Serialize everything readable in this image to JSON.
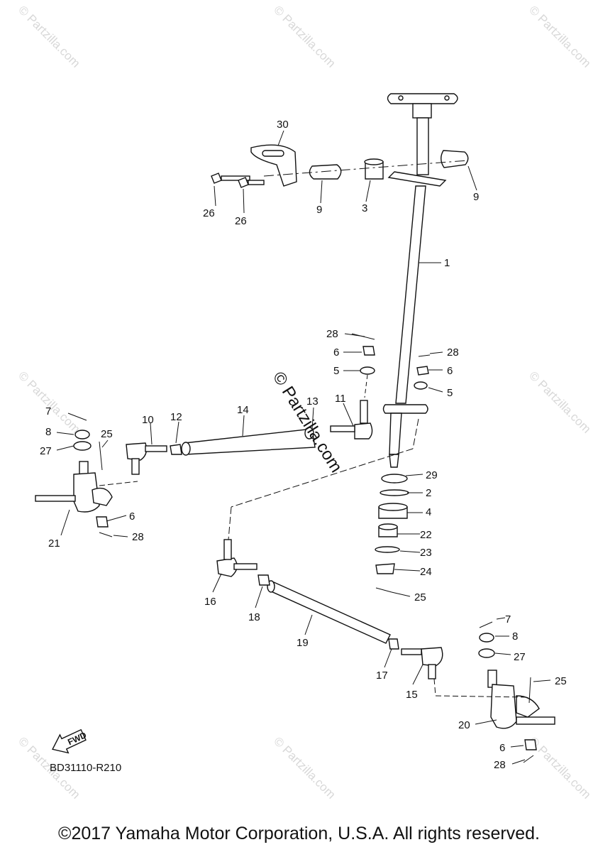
{
  "watermark_text": "© Partzilla.com",
  "callouts": {
    "c1": "1",
    "c2": "2",
    "c3": "3",
    "c4": "4",
    "c5a": "5",
    "c5b": "5",
    "c6a": "6",
    "c6b": "6",
    "c6c": "6",
    "c6d": "6",
    "c7a": "7",
    "c7b": "7",
    "c8a": "8",
    "c8b": "8",
    "c9a": "9",
    "c9b": "9",
    "c10": "10",
    "c11": "11",
    "c12": "12",
    "c13": "13",
    "c14": "14",
    "c15": "15",
    "c16": "16",
    "c17": "17",
    "c18": "18",
    "c19": "19",
    "c20": "20",
    "c21": "21",
    "c22": "22",
    "c23": "23",
    "c24": "24",
    "c25a": "25",
    "c25b": "25",
    "c25c": "25",
    "c26a": "26",
    "c26b": "26",
    "c27a": "27",
    "c27b": "27",
    "c28a": "28",
    "c28b": "28",
    "c28c": "28",
    "c28d": "28",
    "c29": "29",
    "c30": "30"
  },
  "fwd_label": "FWD",
  "diagram_code": "BD31110-R210",
  "copyright": "©2017 Yamaha Motor Corporation, U.S.A. All rights reserved."
}
